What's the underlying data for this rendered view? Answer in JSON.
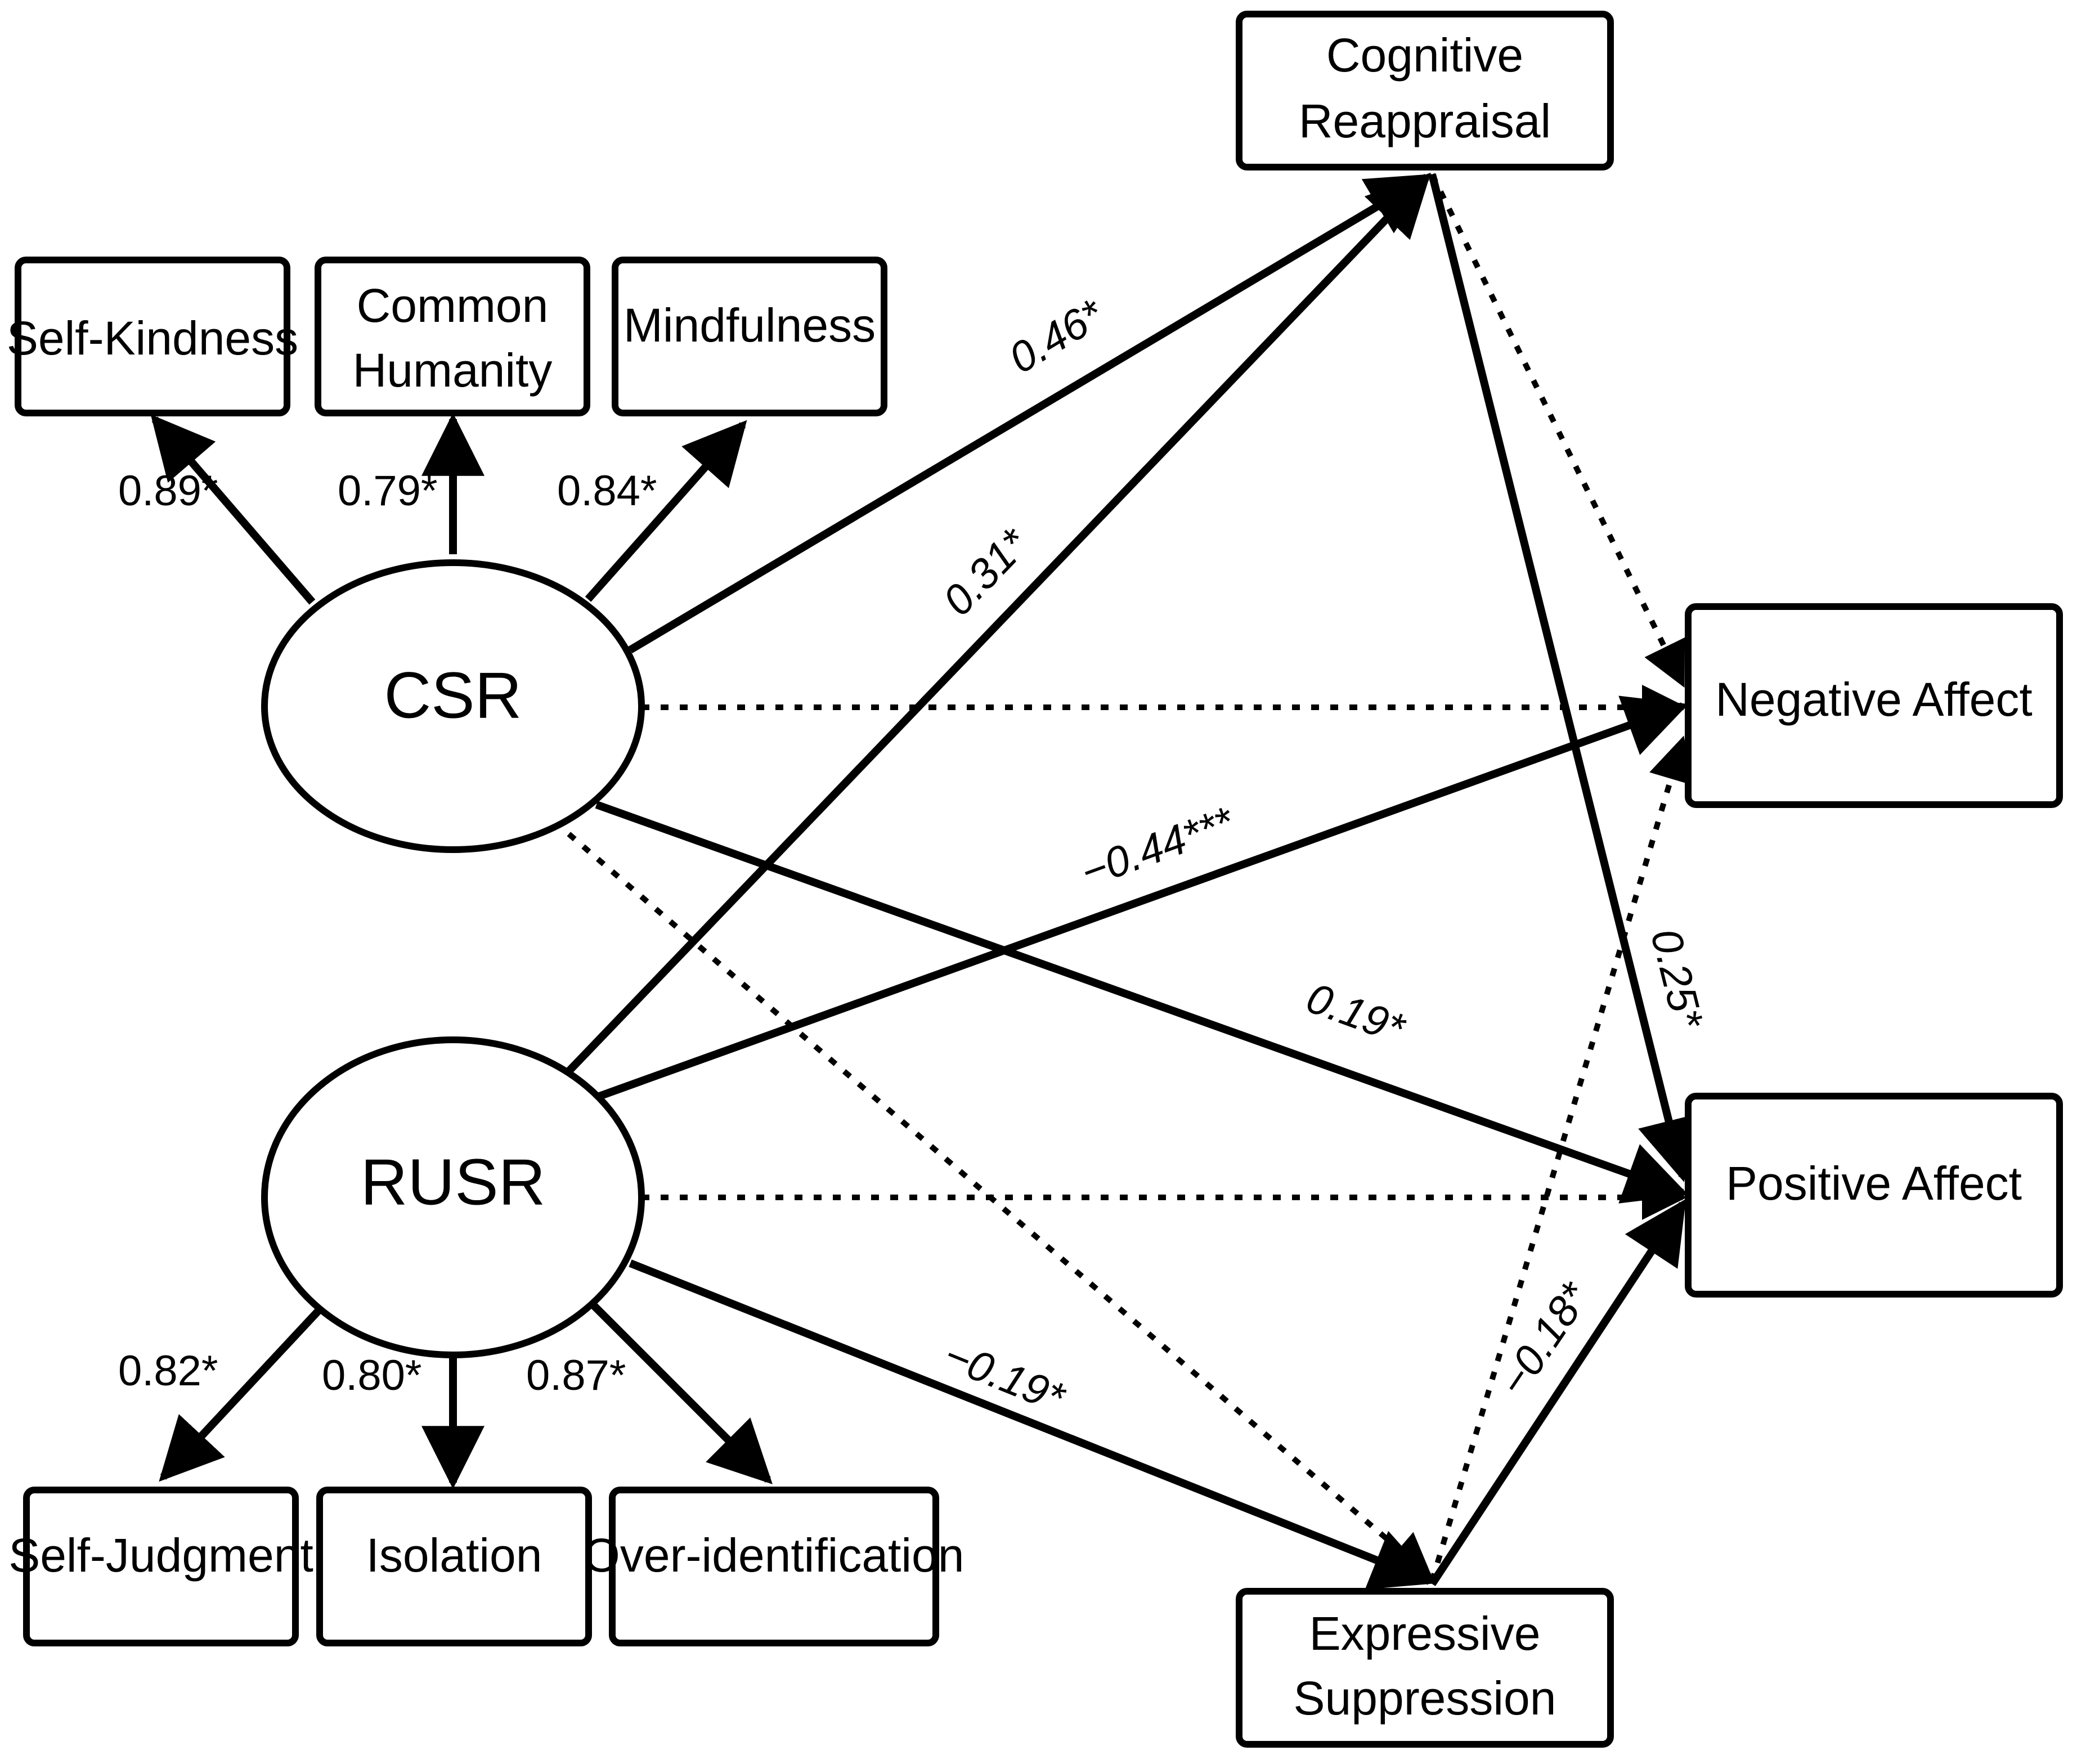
{
  "latent": {
    "csr": "CSR",
    "rusr": "RUSR"
  },
  "indicators": {
    "self_kindness": "Self-Kindness",
    "common_humanity": [
      "Common",
      "Humanity"
    ],
    "mindfulness": "Mindfulness",
    "self_judgment": "Self-Judgment",
    "isolation": "Isolation",
    "over_identification": "Over-identification"
  },
  "mediators": {
    "cognitive_reappraisal": [
      "Cognitive",
      "Reappraisal"
    ],
    "expressive_suppression": [
      "Expressive",
      "Suppression"
    ]
  },
  "outcomes": {
    "negative_affect": "Negative Affect",
    "positive_affect": "Positive Affect"
  },
  "loadings": {
    "self_kindness": "0.89*",
    "common_humanity": "0.79*",
    "mindfulness": "0.84*",
    "self_judgment": "0.82*",
    "isolation": "0.80*",
    "over_identification": "0.87*"
  },
  "paths": {
    "csr_to_cr": "0.46*",
    "rusr_to_cr": "0.31*",
    "rusr_to_na": "−0.44***",
    "csr_to_pa": "0.19*",
    "cr_to_pa": "0.25*",
    "rusr_to_es": "−0.19*",
    "es_to_pa": "−0.18*"
  }
}
